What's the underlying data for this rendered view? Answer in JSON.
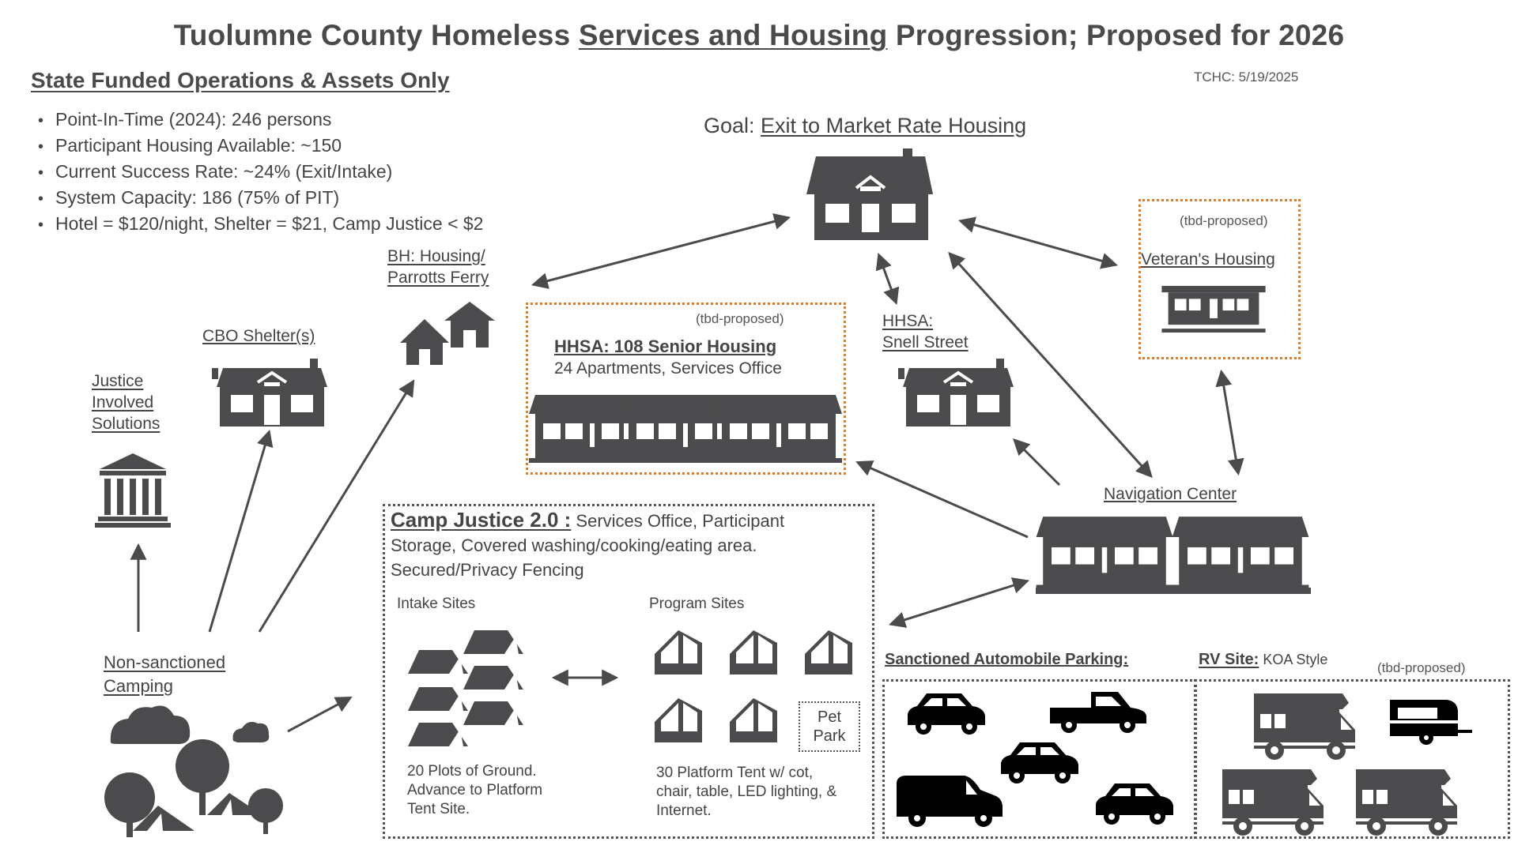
{
  "title": {
    "before": "Tuolumne County Homeless ",
    "underlined": "Services and Housing",
    "after": " Progression; Proposed for 2026"
  },
  "subtitle": "State Funded Operations & Assets Only",
  "tchc": "TCHC: 5/19/2025",
  "bullets": [
    "Point-In-Time (2024): 246 persons",
    "Participant Housing Available: ~150",
    "Current Success Rate: ~24% (Exit/Intake)",
    "System Capacity: 186 (75% of PIT)",
    "Hotel = $120/night, Shelter = $21, Camp Justice < $2"
  ],
  "goal": {
    "prefix": "Goal: ",
    "text": "Exit to Market Rate Housing"
  },
  "veterans": {
    "tag": "(tbd-proposed)",
    "label": "Veteran's Housing"
  },
  "bh": {
    "line1": "BH: Housing/",
    "line2": "Parrotts Ferry"
  },
  "cbo": {
    "label": "CBO Shelter(s)"
  },
  "justice": {
    "line1": "Justice",
    "line2": "Involved",
    "line3": "Solutions"
  },
  "hhsa108": {
    "tag": "(tbd-proposed)",
    "title": "HHSA: 108 Senior Housing",
    "desc": "24 Apartments, Services Office"
  },
  "snell": {
    "line1": "HHSA:",
    "line2": "Snell Street"
  },
  "navigation": {
    "label": "Navigation Center"
  },
  "camp": {
    "title": "Camp Justice 2.0 :",
    "desc_inline": " Services Office, Participant",
    "desc2": "Storage, Covered washing/cooking/eating area.",
    "desc3": "Secured/Privacy Fencing",
    "intake_label": "Intake Sites",
    "program_label": "Program Sites",
    "intake_desc": [
      "20 Plots of Ground.",
      "Advance to Platform",
      "Tent Site."
    ],
    "program_desc": [
      "30 Platform Tent w/ cot,",
      "chair, table, LED lighting, &",
      "Internet."
    ],
    "pet_park": [
      "Pet",
      "Park"
    ]
  },
  "nonsanctioned": {
    "line1": "Non-sanctioned",
    "line2": "Camping"
  },
  "parking": {
    "label": "Sanctioned Automobile Parking:"
  },
  "rv": {
    "label": "RV Site:",
    "suffix": " KOA Style",
    "tag": "(tbd-proposed)"
  },
  "colors": {
    "icon": "#4b4b4d",
    "orange": "#e07b28",
    "text": "#444444",
    "arrow": "#4b4b4d"
  }
}
